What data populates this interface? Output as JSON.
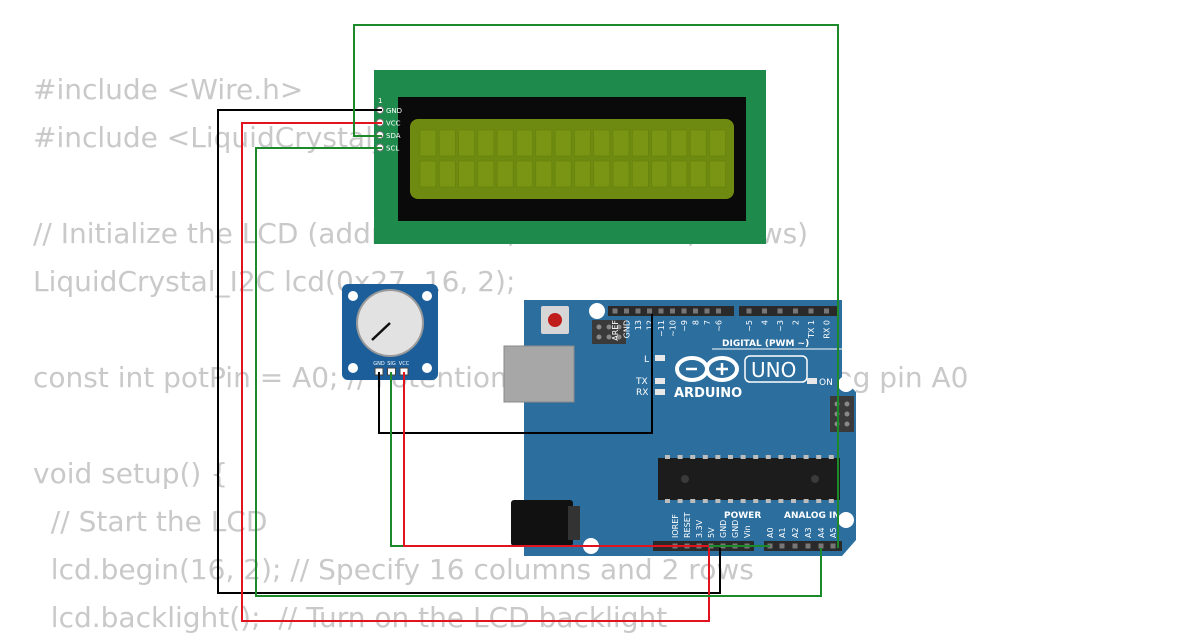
{
  "code_lines": [
    "#include <Wire.h>",
    "#include <LiquidCrystal_I2C.h>",
    "",
    "// Initialize the LCD (address 0x27, 16 columns, 2 rows)",
    "LiquidCrystal_I2C lcd(0x27, 16, 2);",
    "",
    "const int potPin = A0; // Potentiometer connected to analog pin A0",
    "",
    "void setup() {",
    "  // Start the LCD",
    "  lcd.begin(16, 2); // Specify 16 columns and 2 rows",
    "  lcd.backlight();  // Turn on the LCD backlight"
  ],
  "lcd": {
    "pin_1": "1",
    "pins": [
      "GND",
      "VCC",
      "SDA",
      "SCL"
    ],
    "board_color": "#1e8a4c",
    "screen_color": "#708a10"
  },
  "potentiometer": {
    "pins": [
      "GND",
      "SIG",
      "VCC"
    ],
    "board_color": "#1b5e9a"
  },
  "arduino": {
    "board_color": "#2c6e9e",
    "brand": "ARDUINO",
    "model": "UNO",
    "digital_label": "DIGITAL (PWM ~)",
    "top_pins": [
      "AREF",
      "GND",
      "13",
      "12",
      "~11",
      "~10",
      "~9",
      "8",
      "7",
      "~6",
      "~5",
      "4",
      "~3",
      "2",
      "TX 1",
      "RX 0"
    ],
    "led_l": "L",
    "led_tx": "TX",
    "led_rx": "RX",
    "on_label": "ON",
    "power_label": "POWER",
    "analog_label": "ANALOG IN",
    "power_pins": [
      "IOREF",
      "RESET",
      "3.3V",
      "5V",
      "GND",
      "GND",
      "Vin"
    ],
    "analog_pins": [
      "A0",
      "A1",
      "A2",
      "A3",
      "A4",
      "A5"
    ]
  },
  "wire_colors": {
    "gnd": "#000000",
    "vcc": "#e0141e",
    "signal": "#1c8a2a"
  }
}
